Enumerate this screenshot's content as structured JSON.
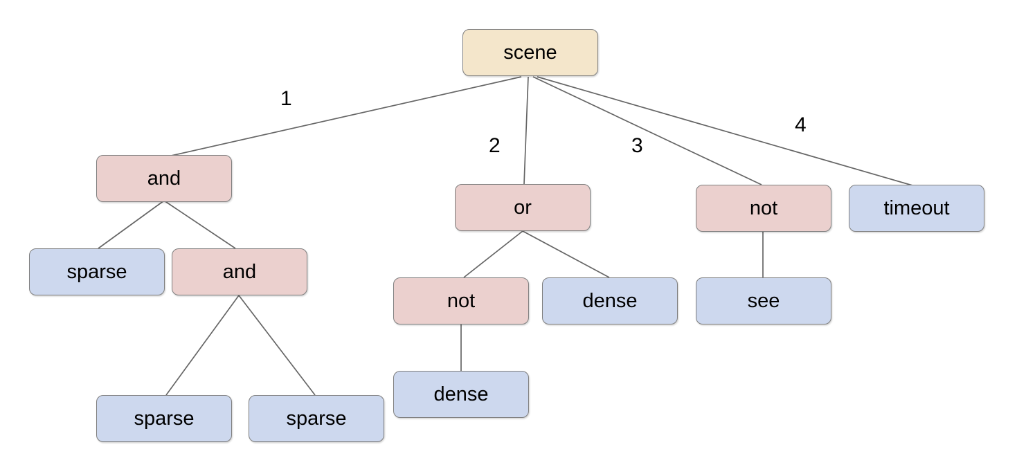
{
  "diagram": {
    "nodes": {
      "scene": {
        "label": "scene",
        "type": "root"
      },
      "and_1": {
        "label": "and",
        "type": "operator"
      },
      "or_1": {
        "label": "or",
        "type": "operator"
      },
      "not_1": {
        "label": "not",
        "type": "operator"
      },
      "timeout": {
        "label": "timeout",
        "type": "leaf"
      },
      "sparse_1": {
        "label": "sparse",
        "type": "leaf"
      },
      "and_2": {
        "label": "and",
        "type": "operator"
      },
      "not_2": {
        "label": "not",
        "type": "operator"
      },
      "dense_1": {
        "label": "dense",
        "type": "leaf"
      },
      "see": {
        "label": "see",
        "type": "leaf"
      },
      "sparse_2": {
        "label": "sparse",
        "type": "leaf"
      },
      "sparse_3": {
        "label": "sparse",
        "type": "leaf"
      },
      "dense_2": {
        "label": "dense",
        "type": "leaf"
      }
    },
    "edges": [
      {
        "from": "scene",
        "to": "and_1",
        "label": "1"
      },
      {
        "from": "scene",
        "to": "or_1",
        "label": "2"
      },
      {
        "from": "scene",
        "to": "not_1",
        "label": "3"
      },
      {
        "from": "scene",
        "to": "timeout",
        "label": "4"
      },
      {
        "from": "and_1",
        "to": "sparse_1"
      },
      {
        "from": "and_1",
        "to": "and_2"
      },
      {
        "from": "and_2",
        "to": "sparse_2"
      },
      {
        "from": "and_2",
        "to": "sparse_3"
      },
      {
        "from": "or_1",
        "to": "not_2"
      },
      {
        "from": "or_1",
        "to": "dense_1"
      },
      {
        "from": "not_2",
        "to": "dense_2"
      },
      {
        "from": "not_1",
        "to": "see"
      }
    ],
    "colors": {
      "root_fill": "#f4e6cb",
      "operator_fill": "#ebd0ce",
      "leaf_fill": "#cdd8ee",
      "node_border": "#7f7f7f",
      "edge_line": "#666666",
      "background": "#ffffff"
    }
  }
}
